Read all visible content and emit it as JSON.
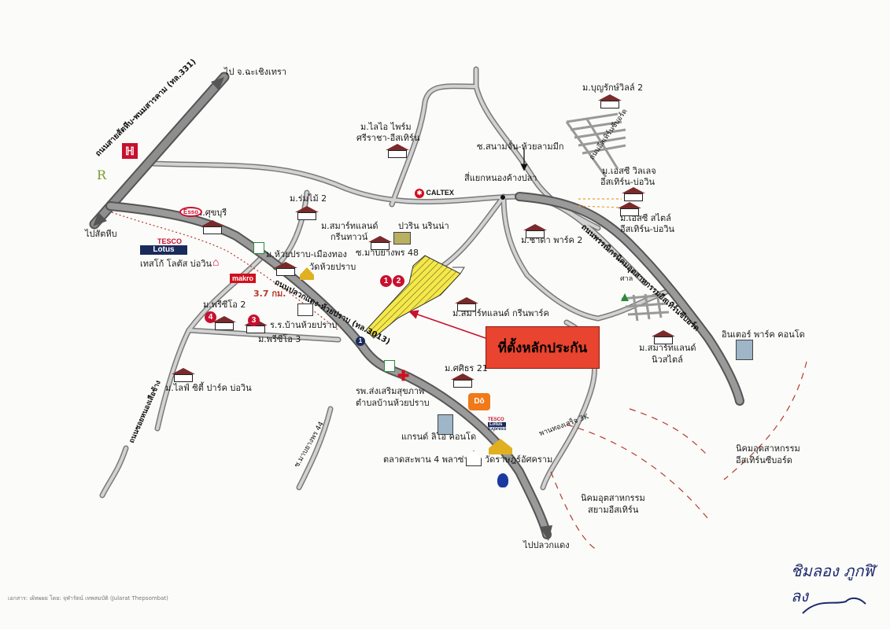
{
  "labels": {
    "to_chachoengsao": "ไป จ.ฉะเชิงเทรา",
    "to_sattahip": "ไปสัตหีบ",
    "to_pluakdaeng": "ไปปลวกแดง",
    "tesco_lotus_bowin": "เทสโก้ โลตัส บ่อวิน",
    "m_sukburi": "ม.ศุขบุรี",
    "m_romyai2": "ม.ร่มไม้ 2",
    "m_laiyai_prime": "ม.ไลไอ ไพร์ม",
    "m_laiyai_prime_2": "ศรีราชา-อีสเทิร์น",
    "junction_sanamchan": "ซ.สนามจั่น-ห้วยลามมีก",
    "intersection_nongkhra": "สี่แยกหนองค้างปลา",
    "m_bunyarak2": "ม.บุญรักษ์วิลล์ 2",
    "m_sc_village": "ม.เอสซี วิลเลจ",
    "m_sc_village_2": "อีสเทิร์น-บ่อวิน",
    "m_sc_style": "ม.เอสซี สไตล์",
    "m_sc_style_2": "อีสเทิร์น-บ่อวิน",
    "m_smart_land_green": "ม.สมาร์ทแลนด์",
    "m_smart_land_green_2": "กรีนทาวน์",
    "pawin_naruna": "ปวริน นรินน่า",
    "m_huaiprab": "ม.ห้วยปราบ-เมืองทอง",
    "wat_huaiprab": "วัดห้วยปราบ",
    "soi_mabyangphon48": "ซ.มาบยางพร 48",
    "m_charda_park2": "ม.ชาดา พาร์ค 2",
    "m_smart_land_green_park": "ม.สมาร์ทแลนด์ กรีนพาร์ค",
    "makro_dist": "3.7 กม.",
    "m_prichio2": "ม.พรีซีโอ 2",
    "school_huaiprab": "ร.ร.บ้านห้วยปราบ",
    "m_prichio3": "ม.พรีซีโอ 3",
    "m_life_city": "ม.ไลฟ์ ซิตี้ ปาร์ค บ่อวิน",
    "m_sirin21": "ม.ศศิธร 21",
    "hospital": "รพ.ส่งเสริมสุขภาพ",
    "hospital_2": "ตำบลบ้านห้วยปราบ",
    "grand_lio": "แกรนด์ ลิโอ คอนโด",
    "market": "ตลาดสะพาน 4 พลาซ่า",
    "wat_sirat": "วัดราษฎร์อัศคราม",
    "industrial_siam": "นิคมอุตสาหกรรม",
    "industrial_siam_2": "สยามอีสเทิร์น",
    "industrial_eastern_seaboard": "นิคมอุตสาหกรรม",
    "industrial_eastern_seaboard_2": "อีสเทิร์นซีบอร์ด",
    "inter_park_condo": "อินเตอร์ พาร์ค คอนโด",
    "m_smart_land_new": "ม.สมาร์ทแลนด์",
    "m_smart_land_new_2": "นิวสไตล์",
    "san": "ศาล",
    "caltex": "CALTEX",
    "esso": "Esso",
    "tesco": "TESCO",
    "lotus": "Lotus",
    "makro": "makro",
    "do_home": "Dō",
    "express_tesco": "TESCO",
    "express_lotus": "Lotus",
    "express": "Express"
  },
  "roads": {
    "highway_331": "ถนนสายสัตหีบ-พนมสารคาม (ทล.331)",
    "rd_3013": "ถนนปลวกแดง-ห้วยปราบ (ทล.3013)",
    "rd_eastern": "ถนนพรรณิกรนิคมอุตสาหกรรมอีสเทิร์นซีบอร์ด",
    "rd_sw": "ถนนซอยหนองเสือช้าง",
    "rd_s": "ซ.มาบยางพร 44",
    "rd_se": "พานทองเสร็จ 3K",
    "rd_ne": "ถนนอีสเทิร์นซีบอร์ด"
  },
  "main_callout": "ที่ตั้งหลักประกัน",
  "badges": [
    "1",
    "2",
    "3",
    "4",
    "1"
  ],
  "footer": "เอกสาร: เผ้ทผผย โดย: จุฬารัตน์ เทพสมบัติ (Jularat Thepsombat)",
  "signature": "ชิมลอง ภูกฬิลง",
  "colors": {
    "road_fill": "#bdbdbd",
    "road_outline": "#7a7a7a",
    "highway_arrow": "#6f6f6f",
    "site_fill": "#f5e84a",
    "callout": "#e8442f",
    "badge": "#c8102e",
    "dash_red": "#b63a2a",
    "dash_orange": "#f0a030"
  },
  "icons": [
    "house-icon",
    "arrow-icon",
    "temple-icon",
    "hospital-cross-icon",
    "condo-building-icon",
    "fuel-station-icon",
    "shrine-icon"
  ]
}
